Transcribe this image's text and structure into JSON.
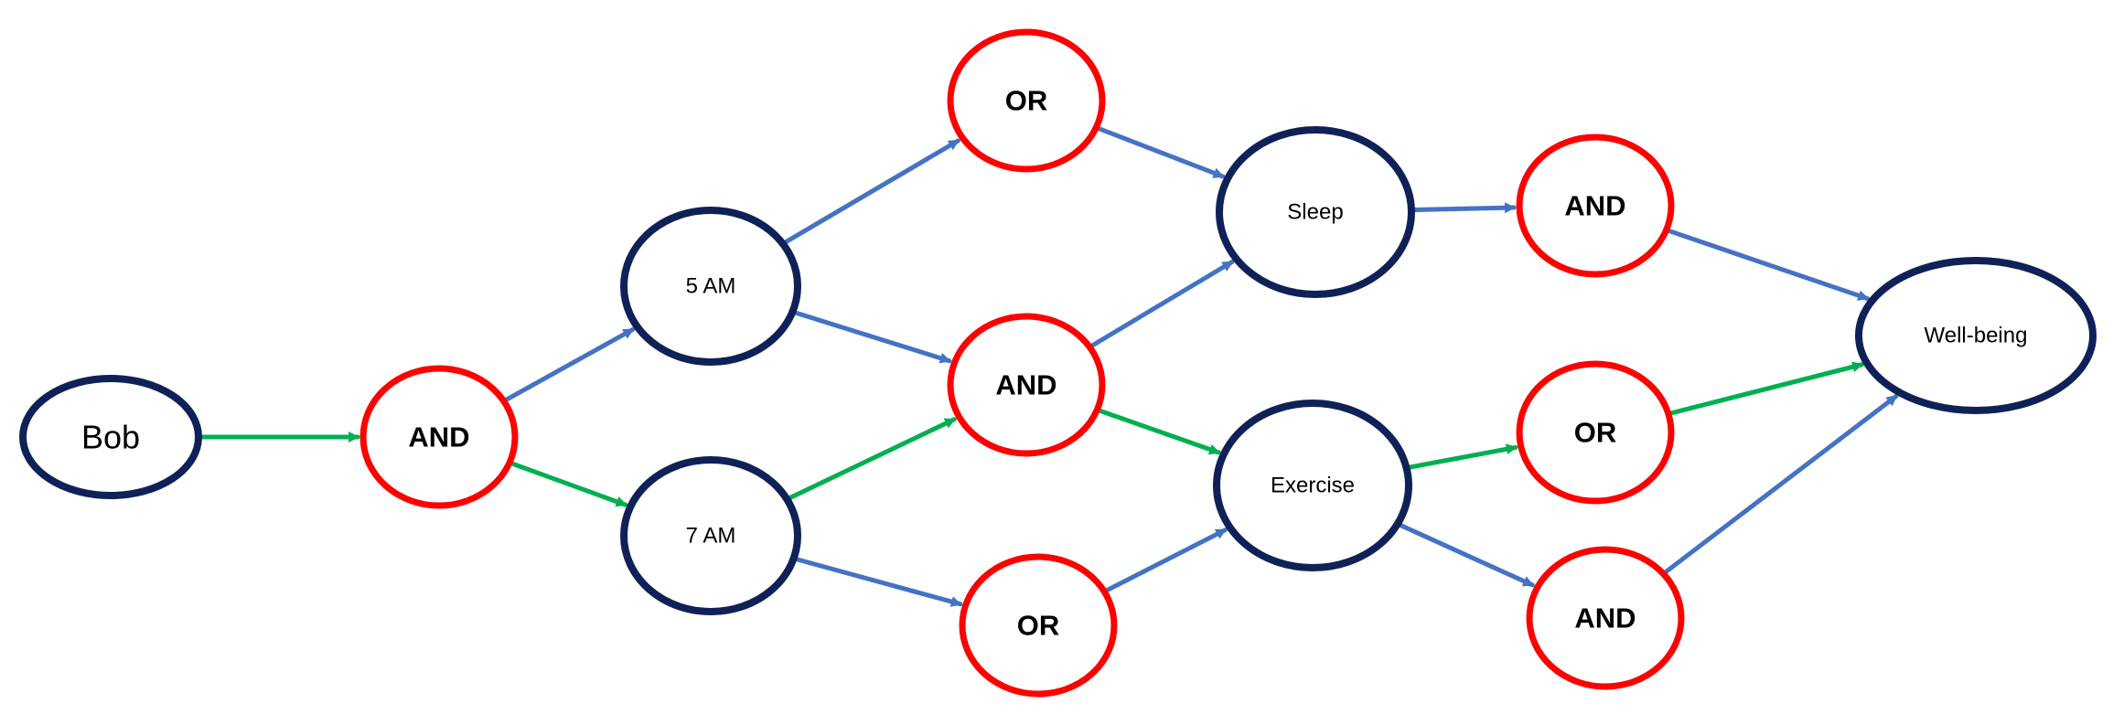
{
  "colors": {
    "state_border": "#0f2157",
    "gate_border": "#ff0000",
    "edge_default": "#4472c4",
    "edge_highlight": "#00b050",
    "background": "#ffffff"
  },
  "nodes": [
    {
      "id": "bob",
      "kind": "state",
      "label": "Bob"
    },
    {
      "id": "and1",
      "kind": "gate",
      "label": "AND"
    },
    {
      "id": "am5",
      "kind": "state",
      "label": "5 AM"
    },
    {
      "id": "am7",
      "kind": "state",
      "label": "7 AM"
    },
    {
      "id": "or_top",
      "kind": "gate",
      "label": "OR"
    },
    {
      "id": "and_mid",
      "kind": "gate",
      "label": "AND"
    },
    {
      "id": "or_bot",
      "kind": "gate",
      "label": "OR"
    },
    {
      "id": "sleep",
      "kind": "state",
      "label": "Sleep"
    },
    {
      "id": "exercise",
      "kind": "state",
      "label": "Exercise"
    },
    {
      "id": "and_sleep",
      "kind": "gate",
      "label": "AND"
    },
    {
      "id": "or_ex",
      "kind": "gate",
      "label": "OR"
    },
    {
      "id": "and_ex",
      "kind": "gate",
      "label": "AND"
    },
    {
      "id": "wellbeing",
      "kind": "state",
      "label": "Well-being"
    }
  ],
  "edges": [
    {
      "from": "bob",
      "to": "and1",
      "highlight": true
    },
    {
      "from": "and1",
      "to": "am5",
      "highlight": false
    },
    {
      "from": "and1",
      "to": "am7",
      "highlight": true
    },
    {
      "from": "am5",
      "to": "or_top",
      "highlight": false
    },
    {
      "from": "am5",
      "to": "and_mid",
      "highlight": false
    },
    {
      "from": "am7",
      "to": "and_mid",
      "highlight": true
    },
    {
      "from": "am7",
      "to": "or_bot",
      "highlight": false
    },
    {
      "from": "or_top",
      "to": "sleep",
      "highlight": false
    },
    {
      "from": "and_mid",
      "to": "sleep",
      "highlight": false
    },
    {
      "from": "and_mid",
      "to": "exercise",
      "highlight": true
    },
    {
      "from": "or_bot",
      "to": "exercise",
      "highlight": false
    },
    {
      "from": "sleep",
      "to": "and_sleep",
      "highlight": false
    },
    {
      "from": "exercise",
      "to": "or_ex",
      "highlight": true
    },
    {
      "from": "exercise",
      "to": "and_ex",
      "highlight": false
    },
    {
      "from": "and_sleep",
      "to": "wellbeing",
      "highlight": false
    },
    {
      "from": "or_ex",
      "to": "wellbeing",
      "highlight": true
    },
    {
      "from": "and_ex",
      "to": "wellbeing",
      "highlight": false
    }
  ]
}
